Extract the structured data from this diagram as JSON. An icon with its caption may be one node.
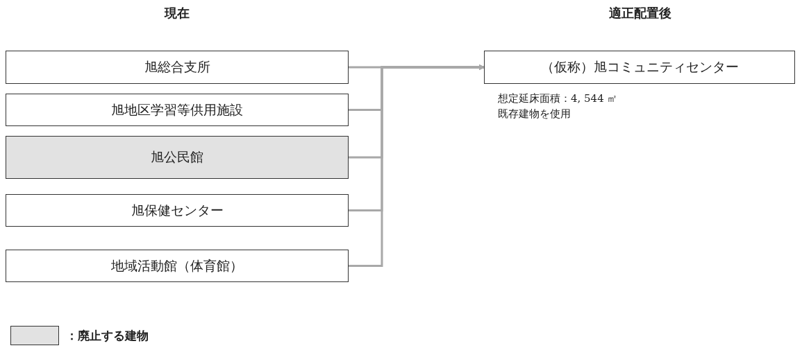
{
  "diagram": {
    "nodes": [
      {
        "text": [
          "旭総合支所"
        ]
      },
      {
        "text": [
          "旭地区学習等供用施設"
        ]
      },
      {
        "text": [
          "旭公民館"
        ]
      },
      {
        "text": [
          "旭保健センター"
        ]
      },
      {
        "text": [
          "地域活動館（体育館）"
        ]
      },
      {
        "text": [
          "（仮称）旭コミュニティセンター"
        ],
        "beside": [
          "想定延床面積：4, 544 ㎡",
          "既存建物を使用"
        ]
      }
    ],
    "edges": [
      {
        "from": 0,
        "to": 5,
        "arrow": "to"
      },
      {
        "from": 1,
        "to": 5,
        "arrow": "to"
      },
      {
        "from": 2,
        "to": 5,
        "arrow": "to"
      },
      {
        "from": 3,
        "to": 5,
        "arrow": "to"
      },
      {
        "from": 4,
        "to": 5,
        "arrow": "to"
      }
    ],
    "labels": [
      "現在",
      "適正配置後"
    ],
    "legend": [
      {
        "text": "：廃止する建物",
        "color": "#e2e2e2"
      }
    ]
  }
}
